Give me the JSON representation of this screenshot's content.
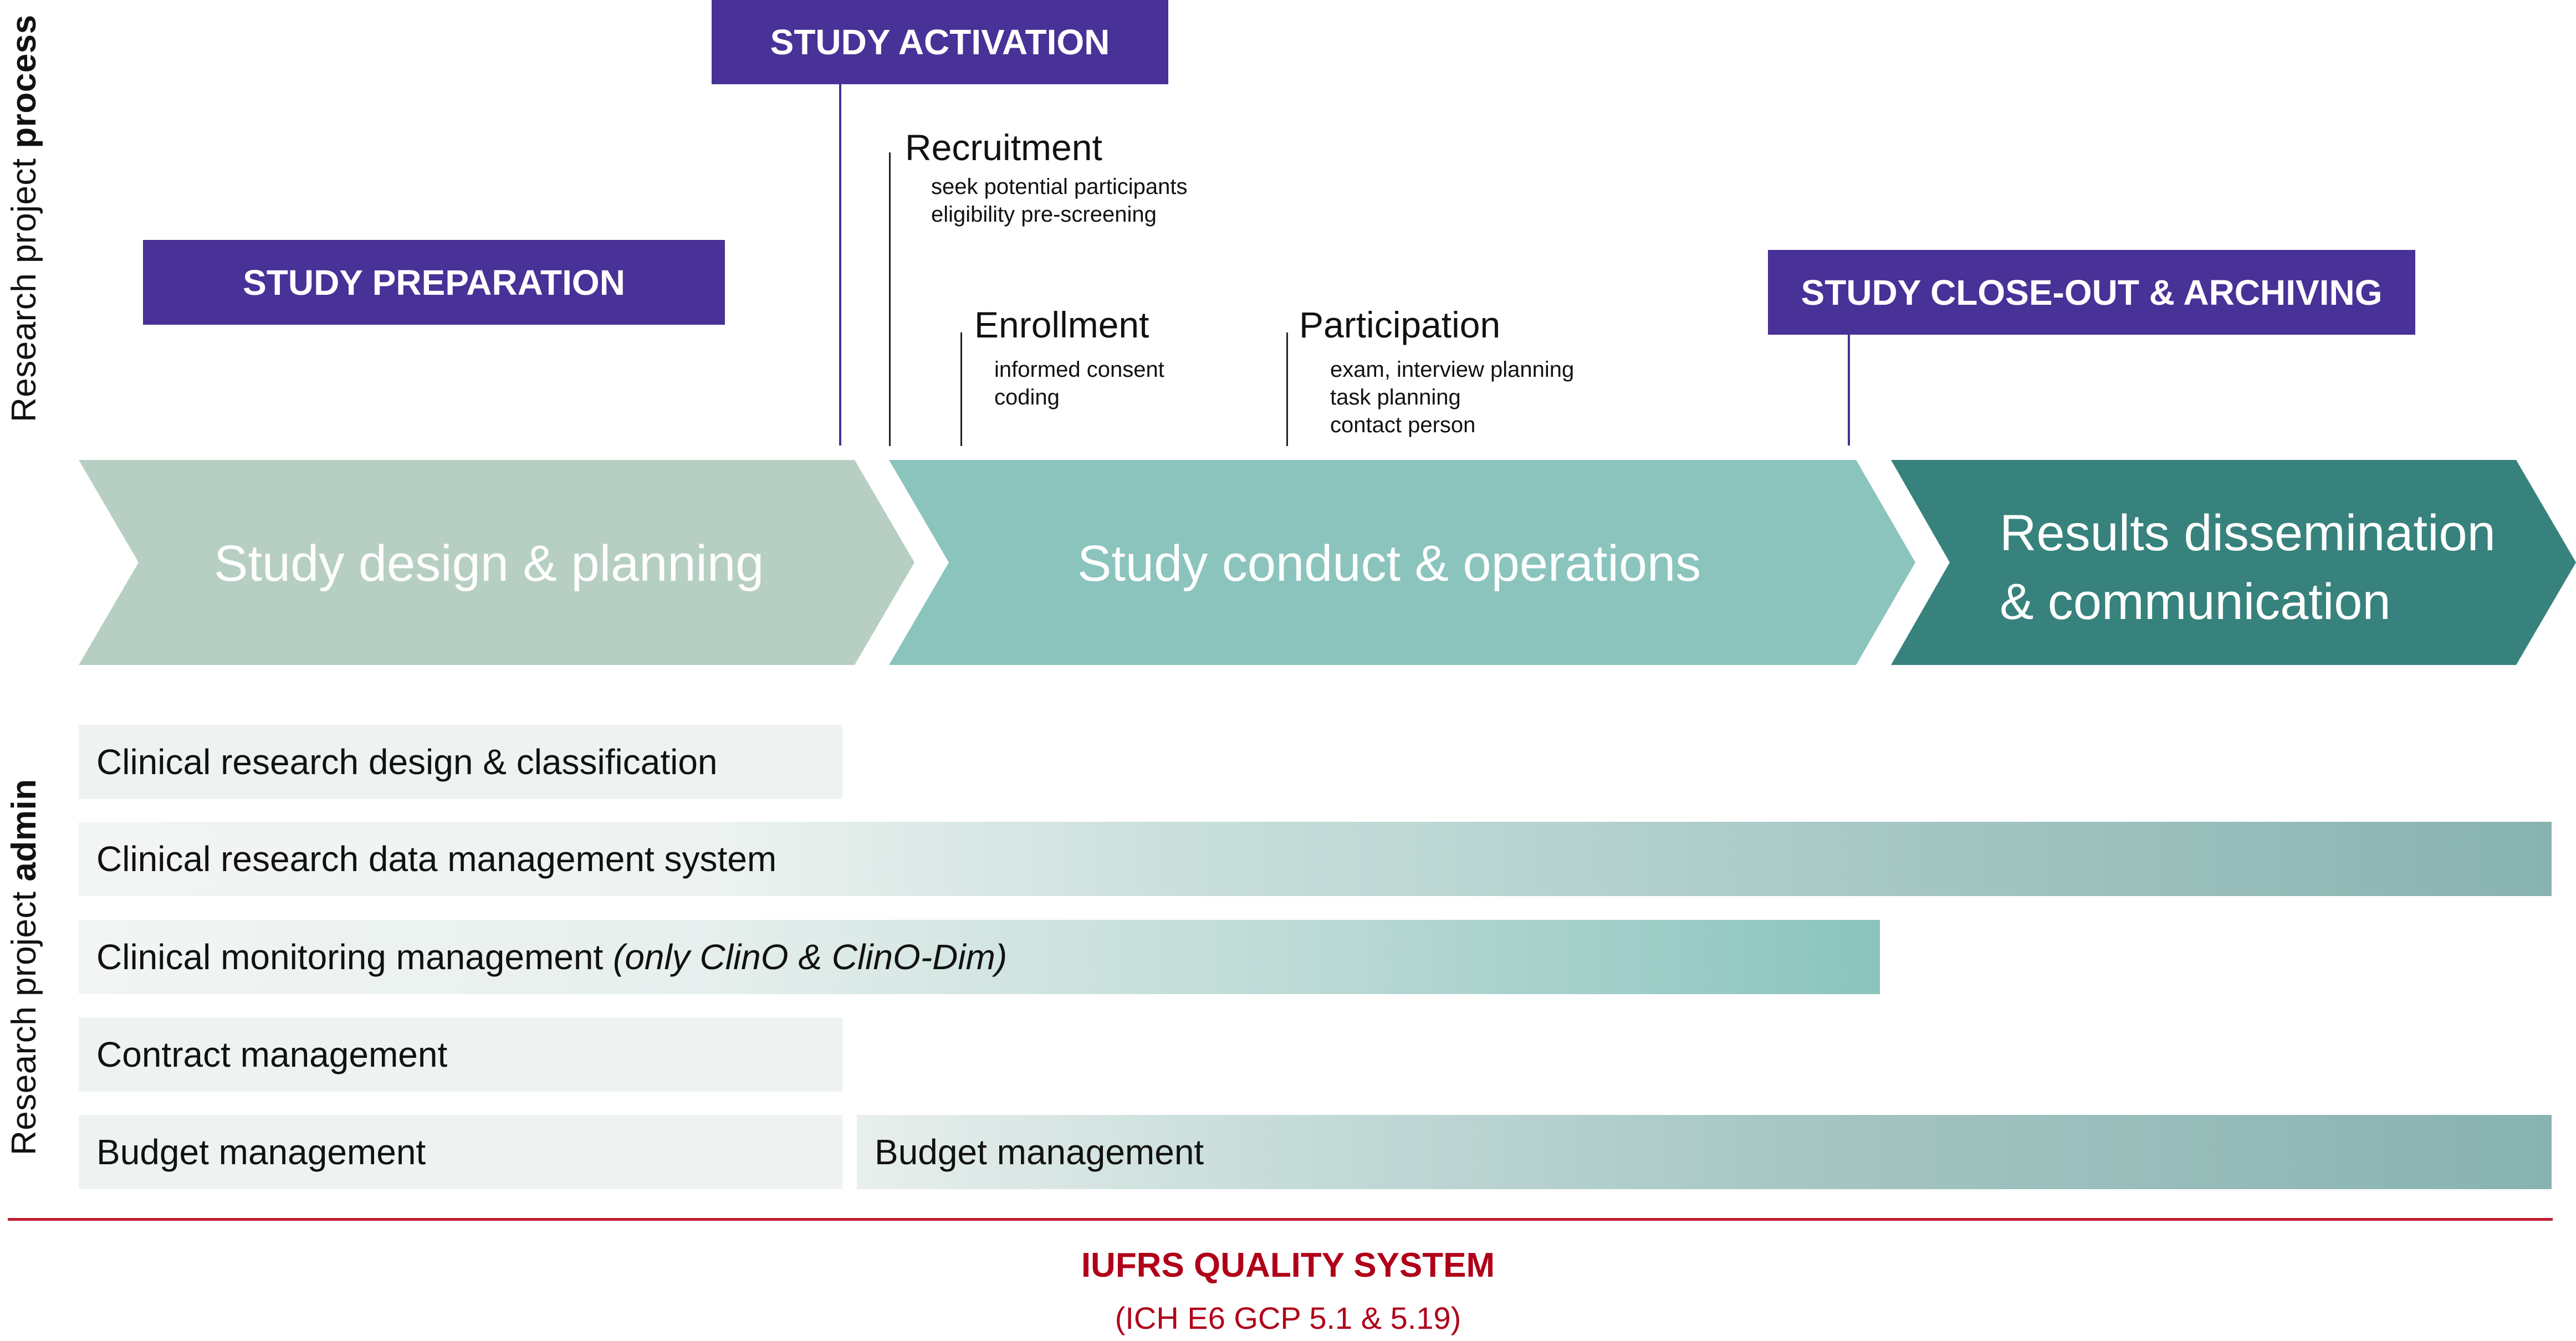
{
  "side_labels": {
    "process": {
      "prefix": "Research project ",
      "bold": "process"
    },
    "admin": {
      "prefix": "Research project ",
      "bold": "admin"
    }
  },
  "phase_boxes": {
    "activation": "STUDY ACTIVATION",
    "preparation": "STUDY PREPARATION",
    "closeout": "STUDY CLOSE-OUT & ARCHIVING"
  },
  "steps": [
    {
      "title": "Recruitment",
      "items": [
        "seek potential participants",
        "eligibility pre-screening"
      ]
    },
    {
      "title": "Enrollment",
      "items": [
        "informed consent",
        "coding"
      ]
    },
    {
      "title": "Participation",
      "items": [
        "exam, interview planning",
        "task planning",
        "contact person"
      ]
    }
  ],
  "chevrons": [
    {
      "label": "Study design & planning",
      "color": "#b7cfc3"
    },
    {
      "label": "Study conduct & operations",
      "color": "#8ac4bd"
    },
    {
      "label_line1": "Results dissemination",
      "label_line2": "& communication",
      "color": "#37827c"
    }
  ],
  "admin_bars": [
    {
      "label": "Clinical research design & classification"
    },
    {
      "label": "Clinical research data management system"
    },
    {
      "label": "Clinical monitoring management ",
      "note": "(only ClinO & ClinO-Dim)"
    },
    {
      "label": "Contract management"
    },
    {
      "label": "Budget management"
    },
    {
      "label": "Budget management"
    }
  ],
  "quality_system": {
    "title": "IUFRS QUALITY SYSTEM",
    "subtitle": "(ICH E6 GCP 5.1 & 5.19)",
    "color": "#b00019"
  },
  "colors": {
    "phase_box": "#483197",
    "bar_light": "#eef3f1",
    "bar_teal": "#88b3b0",
    "bar_monitoring_end": "#8ac4bd"
  }
}
